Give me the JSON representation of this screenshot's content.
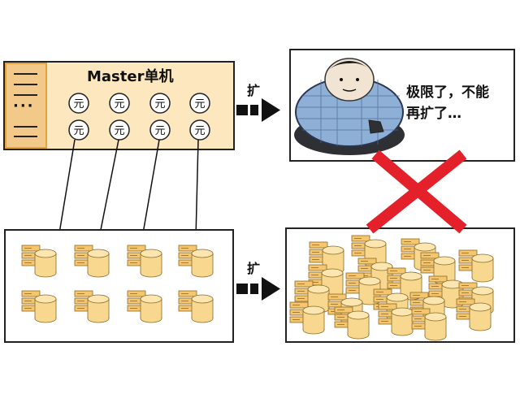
{
  "master": {
    "title": "Master单机",
    "sidebar_dots": "···",
    "meta_symbol": "元",
    "meta_count": 8
  },
  "expand_label_top": "扩",
  "expand_label_bottom": "扩",
  "bubble_text_line1": "极限了，不能",
  "bubble_text_line2": "再扩了…",
  "shards_left_count": 8,
  "shards_right_count": 20,
  "colors": {
    "master_bg": "#fde7bf",
    "master_border": "#e3a23c",
    "server_fill": "#f5c66d",
    "cylinder_fill": "#f8d88f",
    "cross": "#e4202a",
    "arrow": "#111111"
  },
  "icons": [
    "server-rack-icon",
    "database-cylinder-icon",
    "fat-man-meme-icon",
    "red-cross-icon",
    "expand-arrow-icon"
  ]
}
